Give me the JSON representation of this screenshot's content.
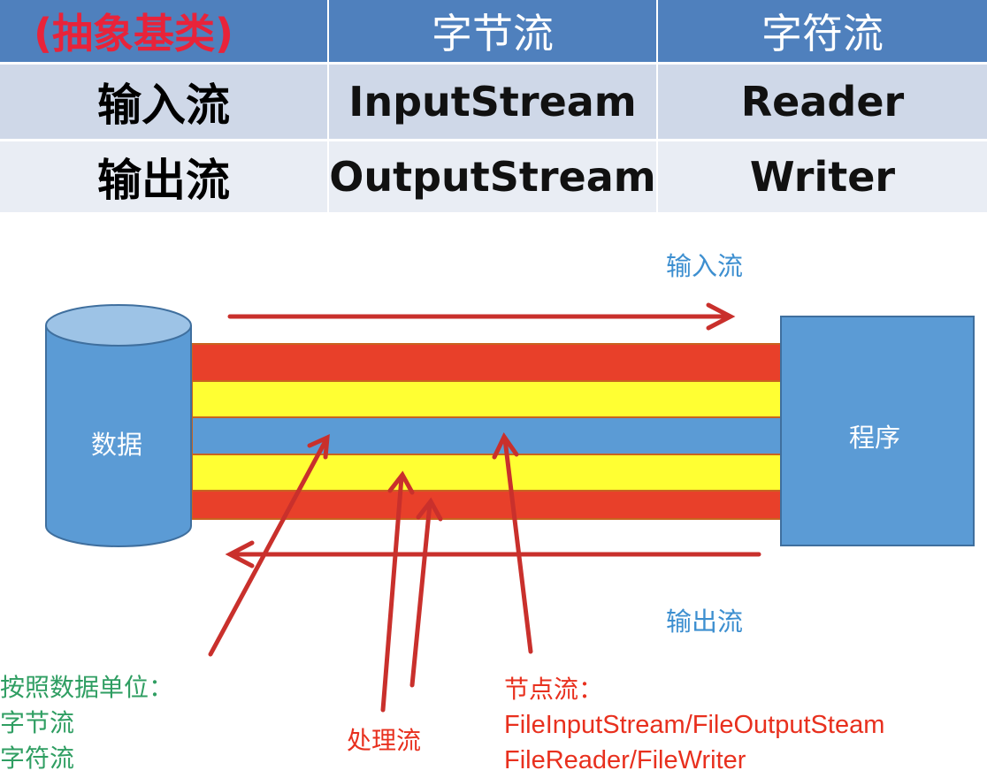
{
  "table": {
    "corner": "(抽象基类)",
    "col_byte": "字节流",
    "col_char": "字符流",
    "rows": [
      {
        "label": "输入流",
        "byte": "InputStream",
        "char": "Reader"
      },
      {
        "label": "输出流",
        "byte": "OutputStream",
        "char": "Writer"
      }
    ]
  },
  "diagram": {
    "input_label": "输入流",
    "output_label": "输出流",
    "data_label": "数据",
    "program_label": "程序",
    "processing_label": "处理流",
    "unit_note": [
      "按照数据单位：",
      "字节流",
      "字符流"
    ],
    "node_note": [
      "节点流：",
      "FileInputStream/FileOutputSteam",
      "FileReader/FileWriter"
    ],
    "colors": {
      "red": "#e8402a",
      "yellow": "#ffff33",
      "blue": "#5b9bd5",
      "arrow": "#c9302c",
      "header": "#4f80bd"
    }
  }
}
